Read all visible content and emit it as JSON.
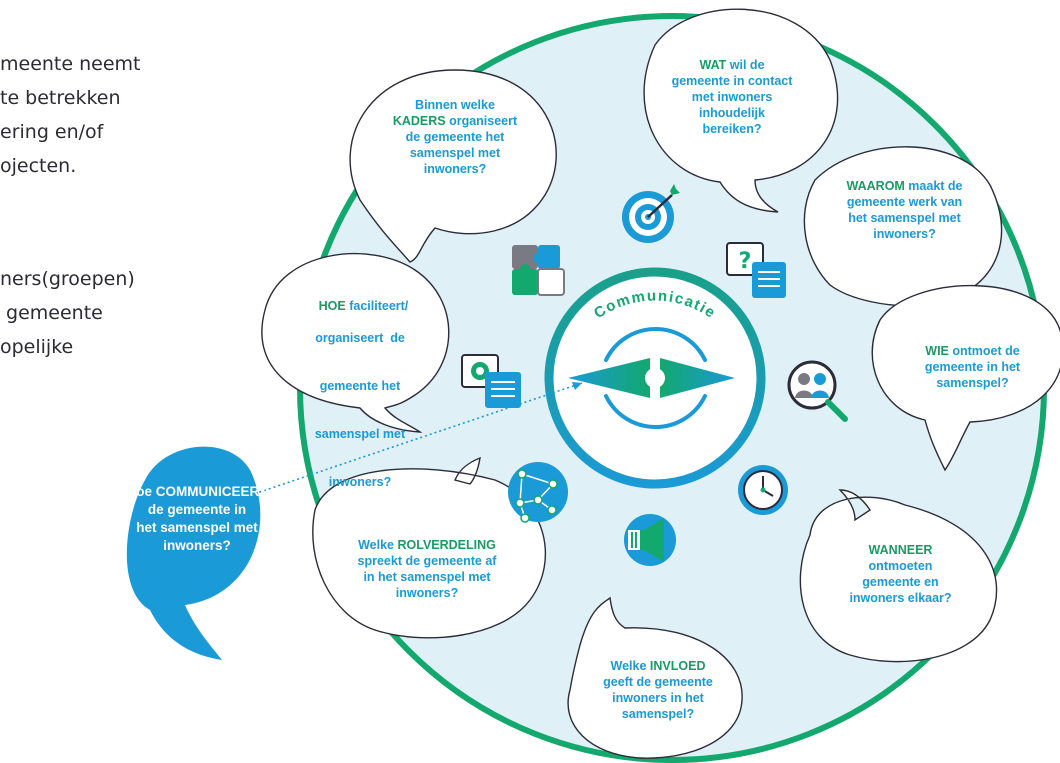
{
  "intro": {
    "lines": [
      "meente neemt",
      "te betrekken",
      "ering en/of",
      "ojecten."
    ],
    "lines2": [
      "ners(groepen)",
      " gemeente",
      "opelijke"
    ]
  },
  "center": {
    "label": "Communicatie"
  },
  "questions": {
    "wat": {
      "kw": "WAT",
      "rest": " wil de",
      "lines": [
        "gemeente in contact",
        "met inwoners",
        "inhoudelijk",
        "bereiken?"
      ]
    },
    "kaders": {
      "line1": "Binnen welke",
      "kw": "KADERS",
      "rest": " organiseert",
      "lines": [
        "de gemeente het",
        "samenspel met",
        "inwoners?"
      ]
    },
    "waarom": {
      "kw": "WAAROM",
      "rest": " maakt de",
      "lines": [
        "gemeente werk van",
        "het samenspel met",
        "inwoners?"
      ]
    },
    "hoe": {
      "kw": "HOE",
      "rest": " faciliteert/",
      "lines": [
        "organiseert  de",
        "gemeente het",
        "samenspel met",
        "inwoners?"
      ]
    },
    "wie": {
      "kw": "WIE",
      "rest": " ontmoet de",
      "lines": [
        "gemeente in het",
        "samenspel?"
      ]
    },
    "wanneer": {
      "kw": "WANNEER",
      "lines": [
        "ontmoeten",
        "gemeente en",
        "inwoners elkaar?"
      ]
    },
    "rolverdeling": {
      "line1": "Welke ",
      "kw": "ROLVERDELING",
      "lines": [
        "spreekt de gemeente af",
        "in het samenspel met",
        "inwoners?"
      ]
    },
    "invloed": {
      "line1": "Welke ",
      "kw": "INVLOED",
      "lines": [
        "geeft de gemeente",
        "inwoners in het",
        "samenspel?"
      ]
    },
    "communiceert": {
      "lines": [
        "Hoe COMMUNICEERT",
        "de gemeente in",
        "het samenspel met",
        "inwoners?"
      ]
    }
  },
  "colors": {
    "ring_outer": "#13a86d",
    "ring_fill": "#dff0f6",
    "blue": "#1a9ad6",
    "green": "#1a9b63",
    "bubble_stroke": "#2b2b3a",
    "callout_fill": "#1a9ad6"
  },
  "icons": [
    "target-icon",
    "puzzle-icon",
    "question-chat-icon",
    "settings-chat-icon",
    "people-search-icon",
    "clock-icon",
    "network-icon",
    "megaphone-icon",
    "compass-icon"
  ]
}
